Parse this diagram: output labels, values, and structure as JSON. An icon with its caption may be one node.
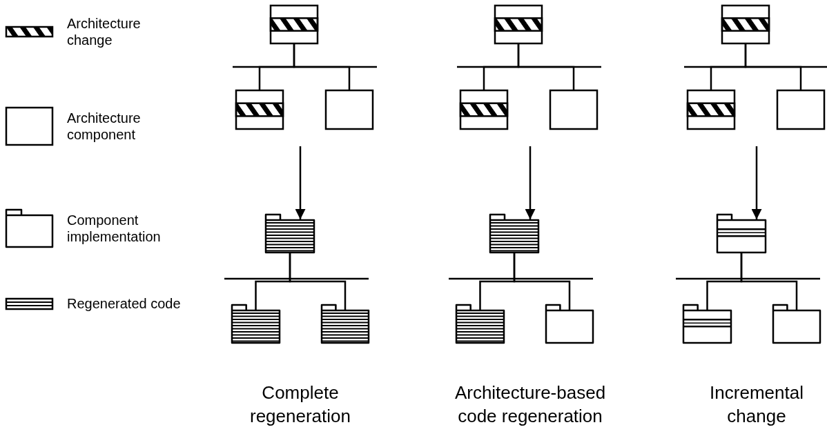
{
  "diagram": {
    "nodes": [
      {
        "text": [],
        "shape": "box"
      },
      {
        "text": [],
        "shape": "box"
      },
      {
        "text": [],
        "shape": "box"
      },
      {
        "text": [],
        "shape": "folder"
      },
      {
        "text": [],
        "shape": "folder"
      },
      {
        "text": [],
        "shape": "folder"
      },
      {
        "text": [],
        "shape": "box"
      },
      {
        "text": [],
        "shape": "box"
      },
      {
        "text": [],
        "shape": "box"
      },
      {
        "text": [],
        "shape": "folder"
      },
      {
        "text": [],
        "shape": "folder"
      },
      {
        "text": [],
        "shape": "folder"
      },
      {
        "text": [],
        "shape": "box"
      },
      {
        "text": [],
        "shape": "box"
      },
      {
        "text": [],
        "shape": "box"
      },
      {
        "text": [],
        "shape": "folder"
      },
      {
        "text": [],
        "shape": "folder"
      },
      {
        "text": [],
        "shape": "folder"
      }
    ],
    "edges": [
      {
        "from": 0,
        "to": 1,
        "arrow": "none"
      },
      {
        "from": 0,
        "to": 2,
        "arrow": "none"
      },
      {
        "from": null,
        "to": 3,
        "arrow": "to"
      },
      {
        "from": 3,
        "to": 4,
        "arrow": "none"
      },
      {
        "from": 3,
        "to": 5,
        "arrow": "none"
      },
      {
        "from": 6,
        "to": 7,
        "arrow": "none"
      },
      {
        "from": 6,
        "to": 8,
        "arrow": "none"
      },
      {
        "from": null,
        "to": 9,
        "arrow": "to"
      },
      {
        "from": 9,
        "to": 10,
        "arrow": "none"
      },
      {
        "from": 9,
        "to": 11,
        "arrow": "none"
      },
      {
        "from": 12,
        "to": 13,
        "arrow": "none"
      },
      {
        "from": 12,
        "to": 14,
        "arrow": "none"
      },
      {
        "from": null,
        "to": 15,
        "arrow": "to"
      },
      {
        "from": 15,
        "to": 16,
        "arrow": "none"
      },
      {
        "from": 15,
        "to": 17,
        "arrow": "none"
      }
    ],
    "labels": [
      "Complete regeneration",
      "Architecture-based code regeneration",
      "Incremental change"
    ],
    "legend": [
      {
        "text": "Architecture change"
      },
      {
        "text": "Architecture component"
      },
      {
        "text": "Component implementation"
      },
      {
        "text": "Regenerated code"
      }
    ]
  }
}
